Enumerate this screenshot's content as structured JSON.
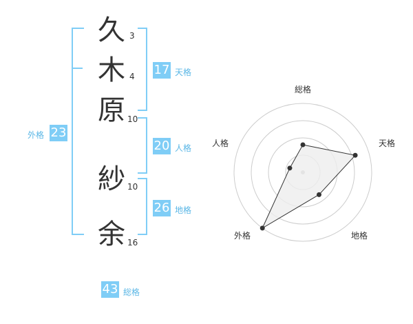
{
  "characters": [
    {
      "char": "久",
      "strokes": "3"
    },
    {
      "char": "木",
      "strokes": "4"
    },
    {
      "char": "原",
      "strokes": "10"
    },
    {
      "char": "紗",
      "strokes": "10"
    },
    {
      "char": "余",
      "strokes": "16"
    }
  ],
  "scores": {
    "tenkaku": {
      "value": "17",
      "label": "天格"
    },
    "jinkaku": {
      "value": "20",
      "label": "人格"
    },
    "chikaku": {
      "value": "26",
      "label": "地格"
    },
    "gaikaku": {
      "value": "23",
      "label": "外格"
    },
    "soukaku": {
      "value": "43",
      "label": "総格"
    }
  },
  "radar": {
    "axes": [
      "総格",
      "天格",
      "地格",
      "外格",
      "人格"
    ],
    "values": [
      0.4,
      0.8,
      0.4,
      1.0,
      0.2
    ],
    "colors": {
      "fill": "#eeeeee",
      "line": "#333333",
      "grid": "#cccccc"
    }
  }
}
